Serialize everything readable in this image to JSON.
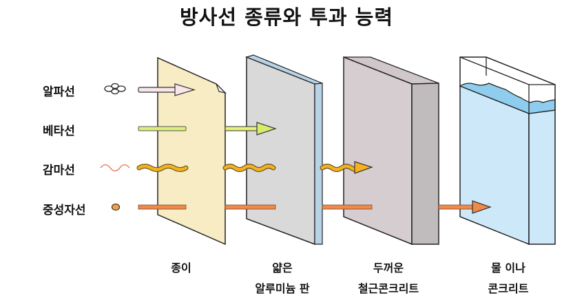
{
  "title": "방사선 종류와 투과 능력",
  "rays": [
    {
      "label": "알파선",
      "icon": "alpha-particle-icon",
      "color": "#f6dde6",
      "stops_at": "종이"
    },
    {
      "label": "베타선",
      "icon": "none",
      "color": "#d6ec6a",
      "stops_at": "얇은 알루미늄 판"
    },
    {
      "label": "감마선",
      "icon": "gamma-wave-icon",
      "color": "#f7b11c",
      "stops_at": "두꺼운 철근콘크리트"
    },
    {
      "label": "중성자선",
      "icon": "neutron-dot-icon",
      "color": "#f08a4a",
      "stops_at": "물 이나 콘크리트"
    }
  ],
  "materials": [
    {
      "line1": "종이",
      "line2": "",
      "color": "#f8ecc4"
    },
    {
      "line1": "얇은",
      "line2": "알루미늄 판",
      "color": "#d9d9d9",
      "edge_color": "#b9d3e6"
    },
    {
      "line1": "두꺼운",
      "line2": "철근콘크리트",
      "color": "#d6cdd0",
      "side_color": "#c0bcbd"
    },
    {
      "line1": "물 이나",
      "line2": "콘크리트",
      "color": "#cde8f8",
      "surface_color": "#8fcdef"
    }
  ]
}
